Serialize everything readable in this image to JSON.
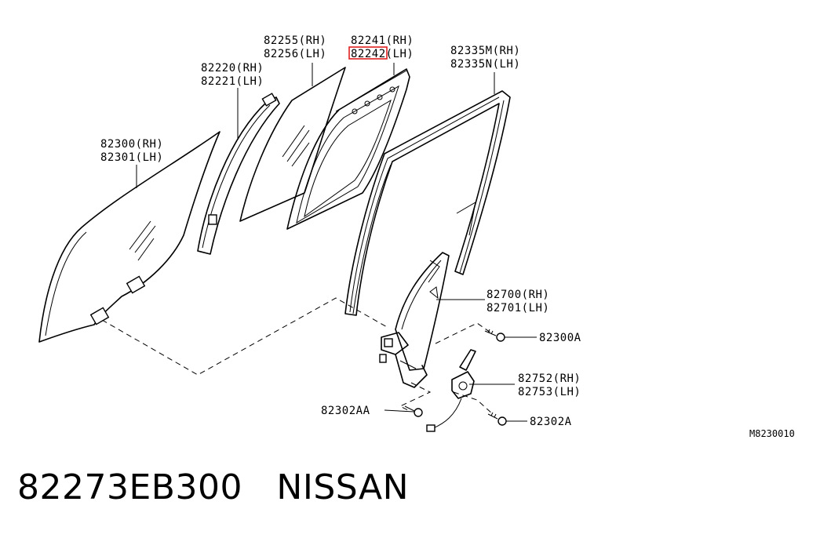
{
  "labels": {
    "p82255": "82255(RH)",
    "p82256": "82256(LH)",
    "p82241": "82241(RH)",
    "p82242_prefix": "8224",
    "p82242_suffix": "2(LH)",
    "p82335m": "82335M(RH)",
    "p82335n": "82335N(LH)",
    "p82220": "82220(RH)",
    "p82221": "82221(LH)",
    "p82300": "82300(RH)",
    "p82301": "82301(LH)",
    "p82700": "82700(RH)",
    "p82701": "82701(LH)",
    "p82300a": "82300A",
    "p82752": "82752(RH)",
    "p82753": "82753(LH)",
    "p82302aa": "82302AA",
    "p82302a": "82302A",
    "ref_code": "M8230010"
  },
  "caption": {
    "part_number": "82273EB300",
    "brand": "NISSAN"
  },
  "colors": {
    "highlight": "#e02020",
    "ink": "#000000",
    "background": "#ffffff"
  }
}
